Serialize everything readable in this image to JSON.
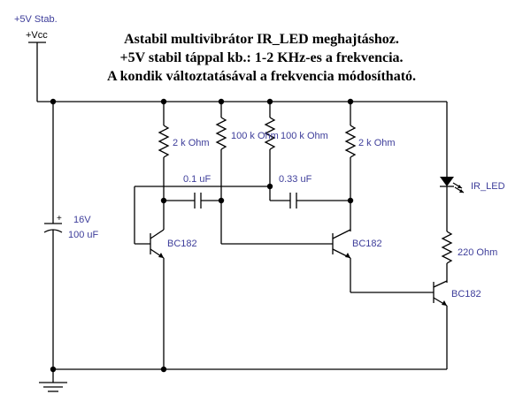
{
  "title_lines": [
    "Astabil multivibrátor IR_LED meghajtáshoz.",
    "+5V stabil táppal  kb.: 1-2 KHz-es a frekvencia.",
    "A kondik változtatásával a frekvencia módosítható."
  ],
  "supply": {
    "label": "+5V Stab.",
    "net": "+Vcc"
  },
  "components": {
    "c_supply": {
      "value": "16V",
      "value2": "100 uF"
    },
    "r1": {
      "value": "2 k Ohm"
    },
    "r2": {
      "value": "100 k Ohm"
    },
    "r3": {
      "value": "100 k Ohm"
    },
    "r4": {
      "value": "2 k Ohm"
    },
    "c1": {
      "value": "0.1 uF"
    },
    "c2": {
      "value": "0.33 uF"
    },
    "q1": {
      "type": "BC182"
    },
    "q2": {
      "type": "BC182"
    },
    "q3": {
      "type": "BC182"
    },
    "led": {
      "name": "IR_LED"
    },
    "r5": {
      "value": "220  Ohm"
    }
  },
  "colors": {
    "wire": "#000000",
    "label": "#3d3d9a"
  }
}
